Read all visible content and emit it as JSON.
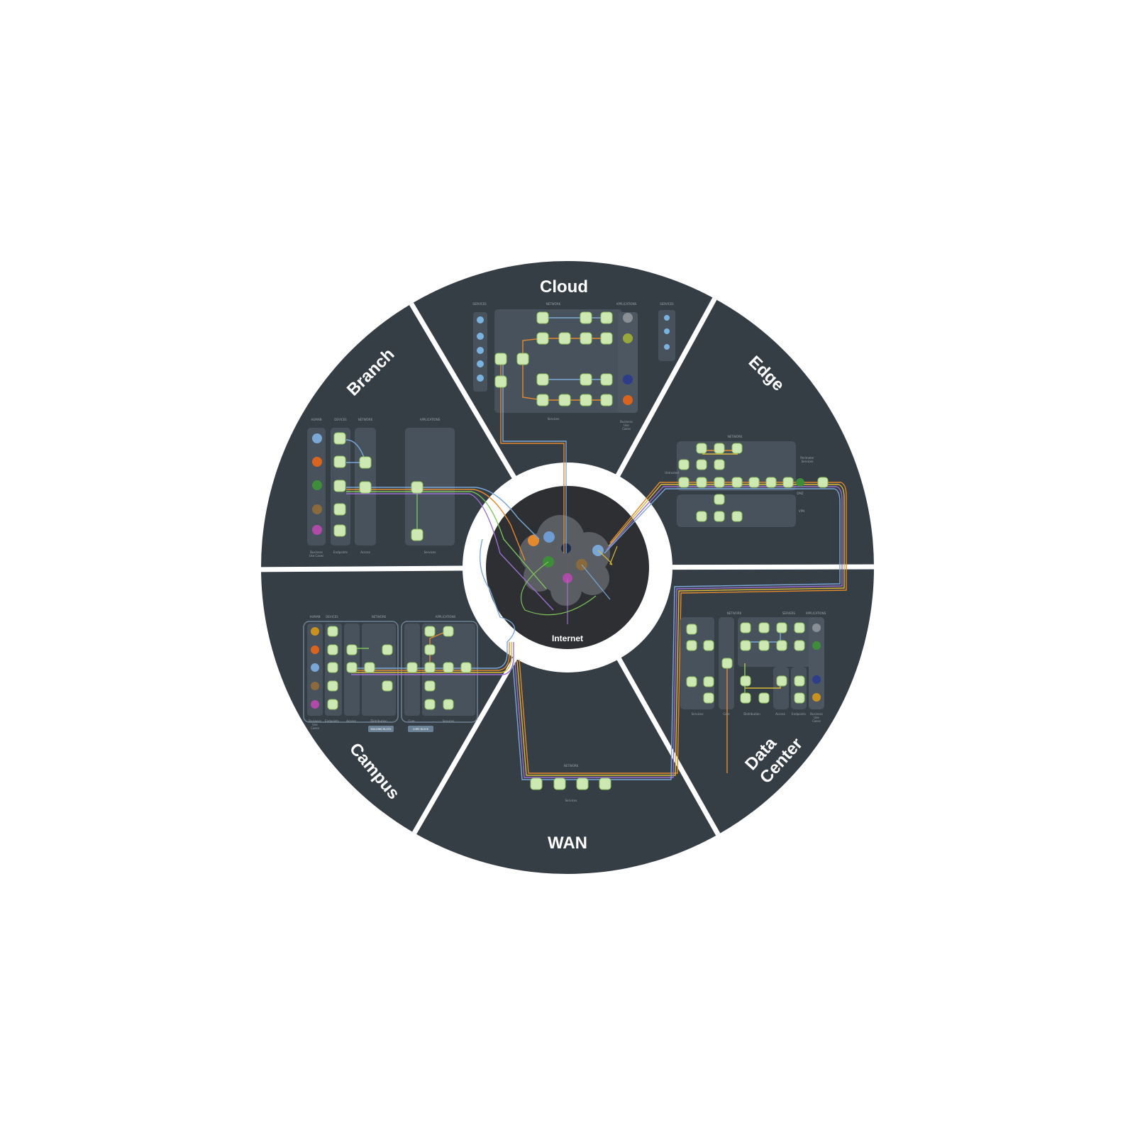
{
  "segments": {
    "cloud": "Cloud",
    "edge": "Edge",
    "data_center": [
      "Data",
      "Center"
    ],
    "wan": "WAN",
    "campus": "Campus",
    "branch": "Branch"
  },
  "center": {
    "label": "Internet"
  },
  "colors": {
    "ring": "#353d45",
    "center_disc": "#2d2f33",
    "cloud_blob": "#5a5d62",
    "panel": "#48525c",
    "node_fill": "#cde8b2",
    "node_stroke": "#8fc25f",
    "line_orange": "#e5892f",
    "line_yellow": "#d9b93a",
    "line_green": "#7cc25a",
    "line_purple": "#9b6fd0",
    "line_blue": "#7aa7d6",
    "line_pink": "#c98ab3"
  },
  "cloud": {
    "col_headers": [
      "SERVICES",
      "NETWORK",
      "APPLICATIONS",
      "SERVICES"
    ],
    "footer": [
      "Services",
      "Business",
      "Use",
      "Cases"
    ]
  },
  "branch": {
    "col_headers": [
      "HUMAN",
      "DEVICES",
      "NETWORK",
      "APPLICATIONS"
    ],
    "footer": [
      "Business",
      "Use Cases",
      "Endpoints",
      "Access",
      "Services"
    ]
  },
  "edge": {
    "col_headers": [
      "NETWORK"
    ],
    "labels": [
      "Untrusted",
      "Perimeter",
      "Services",
      "DMZ",
      "VPN"
    ]
  },
  "data_center": {
    "col_headers": [
      "NETWORK",
      "SERVERS",
      "APPLICATIONS"
    ],
    "footer": [
      "Services",
      "Core",
      "Distribution",
      "Access",
      "Endpoints",
      "Business",
      "Use",
      "Cases"
    ]
  },
  "wan": {
    "col_headers": [
      "NETWORK"
    ],
    "footer": [
      "Services"
    ]
  },
  "campus": {
    "col_headers": [
      "HUMAN",
      "DEVICES",
      "NETWORK",
      "APPLICATIONS"
    ],
    "footer": [
      "Business",
      "Use",
      "Cases",
      "Endpoints",
      "Access",
      "Distribution",
      "Core",
      "Services"
    ],
    "blocks": [
      "BUILDING BLOCK",
      "CORE BLOCK"
    ]
  }
}
